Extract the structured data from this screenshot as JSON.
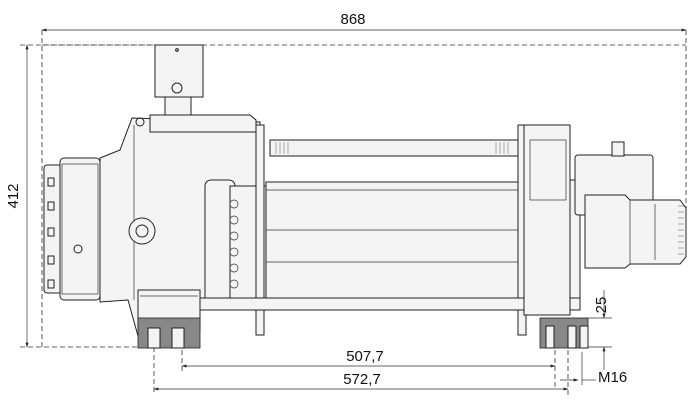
{
  "dimensions": {
    "overall_width": "868",
    "overall_height": "412",
    "foot_spacing_inner": "507,7",
    "foot_spacing_outer": "572,7",
    "foot_height": "25",
    "bolt_size": "M16"
  }
}
